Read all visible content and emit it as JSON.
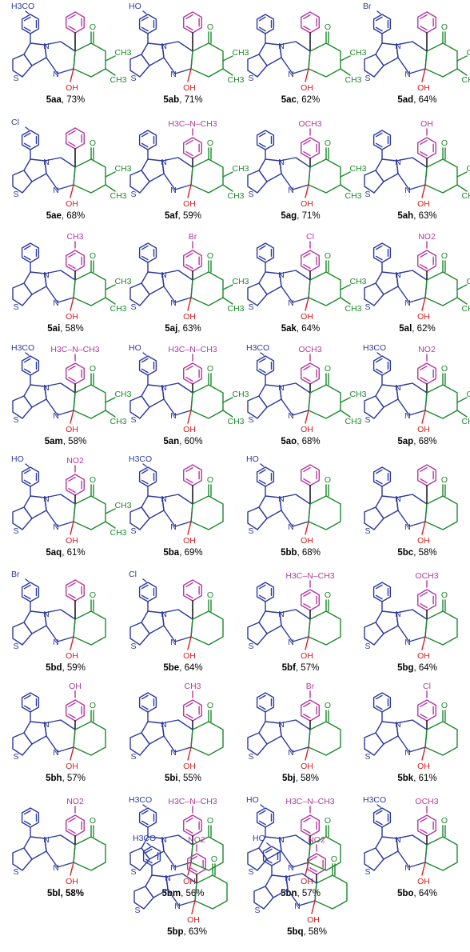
{
  "palette": {
    "blue": "#2b3a9c",
    "pink": "#b13a9e",
    "green": "#1b8a2a",
    "red": "#d42020",
    "black": "#000000"
  },
  "atoms": {
    "n": "N",
    "s": "S",
    "o": "O",
    "oh": "OH",
    "ch3": "CH3"
  },
  "compounds": [
    {
      "id": "5aa",
      "yield": ", 73%",
      "bold": false,
      "top": "H3CO",
      "sub": "",
      "dimethyl": true
    },
    {
      "id": "5ab",
      "yield": ", 71%",
      "bold": false,
      "top": "HO",
      "sub": "",
      "dimethyl": true
    },
    {
      "id": "5ac",
      "yield": ", 62%",
      "bold": false,
      "top": "",
      "sub": "",
      "dimethyl": true
    },
    {
      "id": "5ad",
      "yield": ", 64%",
      "bold": false,
      "top": "Br",
      "sub": "",
      "dimethyl": true
    },
    {
      "id": "5ae",
      "yield": ", 68%",
      "bold": false,
      "top": "Cl",
      "sub": "",
      "dimethyl": true
    },
    {
      "id": "5af",
      "yield": ", 59%",
      "bold": false,
      "top": "",
      "sub": "H3C–N–CH3",
      "dimethyl": true
    },
    {
      "id": "5ag",
      "yield": ", 71%",
      "bold": false,
      "top": "",
      "sub": "OCH3",
      "dimethyl": true
    },
    {
      "id": "5ah",
      "yield": ", 63%",
      "bold": false,
      "top": "",
      "sub": "OH",
      "dimethyl": true
    },
    {
      "id": "5ai",
      "yield": ", 58%",
      "bold": false,
      "top": "",
      "sub": "CH3",
      "dimethyl": true
    },
    {
      "id": "5aj",
      "yield": ", 63%",
      "bold": false,
      "top": "",
      "sub": "Br",
      "dimethyl": true
    },
    {
      "id": "5ak",
      "yield": ", 64%",
      "bold": false,
      "top": "",
      "sub": "Cl",
      "dimethyl": true
    },
    {
      "id": "5al",
      "yield": ", 62%",
      "bold": false,
      "top": "",
      "sub": "NO2",
      "dimethyl": true
    },
    {
      "id": "5am",
      "yield": ", 58%",
      "bold": false,
      "top": "H3CO",
      "sub": "H3C–N–CH3",
      "dimethyl": true
    },
    {
      "id": "5an",
      "yield": ", 60%",
      "bold": false,
      "top": "HO",
      "sub": "H3C–N–CH3",
      "dimethyl": true
    },
    {
      "id": "5ao",
      "yield": ", 68%",
      "bold": false,
      "top": "H3CO",
      "sub": "OCH3",
      "dimethyl": true
    },
    {
      "id": "5ap",
      "yield": ", 68%",
      "bold": false,
      "top": "H3CO",
      "sub": "NO2",
      "dimethyl": true
    },
    {
      "id": "5aq",
      "yield": ", 61%",
      "bold": false,
      "top": "HO",
      "sub": "NO2",
      "dimethyl": true
    },
    {
      "id": "5ba",
      "yield": ", 69%",
      "bold": false,
      "top": "H3CO",
      "sub": "",
      "dimethyl": false
    },
    {
      "id": "5bb",
      "yield": ", 68%",
      "bold": false,
      "top": "HO",
      "sub": "",
      "dimethyl": false
    },
    {
      "id": "5bc",
      "yield": ", 58%",
      "bold": false,
      "top": "",
      "sub": "",
      "dimethyl": false
    },
    {
      "id": "5bd",
      "yield": ", 59%",
      "bold": false,
      "top": "Br",
      "sub": "",
      "dimethyl": false
    },
    {
      "id": "5be",
      "yield": ", 64%",
      "bold": false,
      "top": "Cl",
      "sub": "",
      "dimethyl": false
    },
    {
      "id": "5bf",
      "yield": ", 57%",
      "bold": false,
      "top": "",
      "sub": "H3C–N–CH3",
      "dimethyl": false
    },
    {
      "id": "5bg",
      "yield": ", 64%",
      "bold": false,
      "top": "",
      "sub": "OCH3",
      "dimethyl": false
    },
    {
      "id": "5bh",
      "yield": ", 57%",
      "bold": false,
      "top": "",
      "sub": "OH",
      "dimethyl": false
    },
    {
      "id": "5bi",
      "yield": ", 55%",
      "bold": false,
      "top": "",
      "sub": "CH3",
      "dimethyl": false
    },
    {
      "id": "5bj",
      "yield": ", 58%",
      "bold": false,
      "top": "",
      "sub": "Br",
      "dimethyl": false
    },
    {
      "id": "5bk",
      "yield": ", 61%",
      "bold": false,
      "top": "",
      "sub": "Cl",
      "dimethyl": false
    },
    {
      "id": "5bl",
      "yield": ", 58%",
      "bold": true,
      "top": "",
      "sub": "NO2",
      "dimethyl": false
    },
    {
      "id": "5bm",
      "yield": ", 56%",
      "bold": false,
      "top": "H3CO",
      "sub": "H3C–N–CH3",
      "dimethyl": false
    },
    {
      "id": "5bn",
      "yield": ", 57%",
      "bold": false,
      "top": "HO",
      "sub": "H3C–N–CH3",
      "dimethyl": false
    },
    {
      "id": "5bo",
      "yield": ", 64%",
      "bold": false,
      "top": "H3CO",
      "sub": "OCH3",
      "dimethyl": false
    },
    {
      "id": "5bp",
      "yield": ", 63%",
      "bold": false,
      "top": "H3CO",
      "sub": "NO2",
      "dimethyl": false
    },
    {
      "id": "5bq",
      "yield": ", 58%",
      "bold": false,
      "top": "HO",
      "sub": "NO2",
      "dimethyl": false
    }
  ]
}
